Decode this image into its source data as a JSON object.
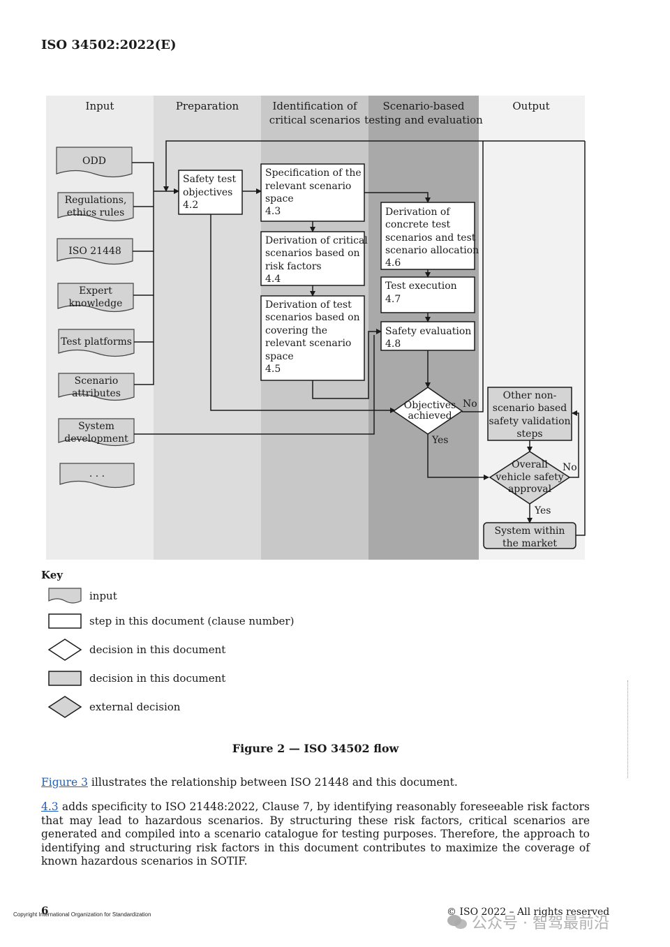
{
  "header": {
    "doc_id": "ISO 34502:2022(E)"
  },
  "diagram": {
    "columns": [
      {
        "line1": "Input",
        "line2": ""
      },
      {
        "line1": "Preparation",
        "line2": ""
      },
      {
        "line1": "Identification of",
        "line2": "critical scenarios"
      },
      {
        "line1": "Scenario-based",
        "line2": "testing and evaluation"
      },
      {
        "line1": "Output",
        "line2": ""
      }
    ],
    "inputs": [
      [
        "ODD"
      ],
      [
        "Regulations,",
        "ethics rules"
      ],
      [
        "ISO 21448"
      ],
      [
        "Expert",
        "knowledge"
      ],
      [
        "Test platforms"
      ],
      [
        "Scenario",
        "attributes"
      ],
      [
        "System",
        "development"
      ],
      [
        ". . ."
      ]
    ],
    "steps": {
      "s42": [
        "Safety test",
        "objectives",
        "4.2"
      ],
      "s43": [
        "Specification of the",
        "relevant scenario",
        "space",
        "4.3"
      ],
      "s44": [
        "Derivation of critical",
        "scenarios based on",
        "risk factors",
        "4.4"
      ],
      "s45": [
        "Derivation of test",
        "scenarios based on",
        "covering the",
        "relevant scenario",
        "space",
        "4.5"
      ],
      "s46": [
        "Derivation of",
        "concrete test",
        "scenarios and test",
        "scenario allocation",
        "4.6"
      ],
      "s47": [
        "Test execution",
        "4.7"
      ],
      "s48": [
        "Safety evaluation",
        "4.8"
      ]
    },
    "decision_objectives": [
      "Objectives",
      "achieved"
    ],
    "other_steps": [
      "Other non-",
      "scenario based",
      "safety validation",
      "steps"
    ],
    "external_decision": [
      "Overall",
      "vehicle safety",
      "approval"
    ],
    "output": [
      "System within",
      "the market"
    ],
    "yes": "Yes",
    "no": "No"
  },
  "key": {
    "title": "Key",
    "items": [
      "input",
      "step in this document (clause number)",
      "decision in this document",
      "decision in this document",
      "external decision"
    ]
  },
  "figure_caption": "Figure 2 — ISO 34502 flow",
  "paragraph1": {
    "link": "Figure 3",
    "text": " illustrates the relationship between ISO 21448 and this document."
  },
  "paragraph2": {
    "link": "4.3",
    "text": " adds specificity to ISO 21448:2022, Clause 7, by identifying reasonably foreseeable risk factors that may lead to hazardous scenarios. By structuring these risk factors, critical scenarios are generated and compiled into a scenario catalogue for testing purposes. Therefore, the approach to identifying and structuring risk factors in this document contributes to maximize the coverage of known hazardous scenarios in SOTIF."
  },
  "footer": {
    "page_number": "6",
    "copyright_small": "Copyright International Organization for Standardization",
    "copyright": "© ISO 2022 – All rights reserved",
    "watermark": "公众号 · 智驾最前沿"
  }
}
